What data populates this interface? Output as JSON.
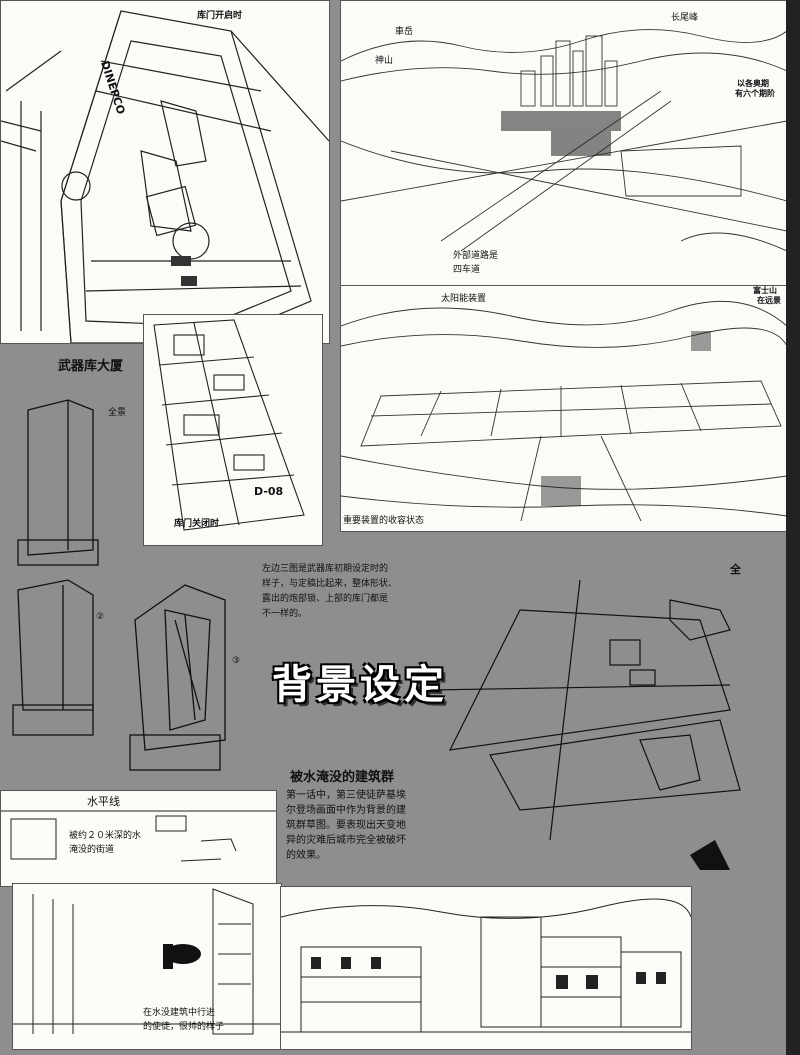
{
  "panels": {
    "warehouse_open": {
      "label": "库门开启时",
      "sign_text": "DINEPCO"
    },
    "warehouse_closed": {
      "label": "库门关闭时",
      "door_code": "D-08"
    },
    "city": {
      "labels": {
        "top_left": "車岳",
        "shen": "神山",
        "top_right": "长尾峰",
        "right_1": "以各奥期",
        "right_2": "有六个期阶",
        "road_1": "外部道路是",
        "road_2": "四车道"
      }
    },
    "solar": {
      "label_top": "太阳能装置",
      "label_bottom": "重要装置的收容状态",
      "right_1": "富士山",
      "right_2": "在远景"
    },
    "armory": {
      "title": "武器库大厦",
      "full_view": "全景",
      "mark_2": "②",
      "mark_3": "③"
    },
    "flood": {
      "horizon": "水平线",
      "flood_note_1": "被约２０米深的水",
      "flood_note_2": "淹没的街道",
      "wade_note_1": "在水没建筑中行进",
      "wade_note_2": "的使徒，很帅的样子"
    }
  },
  "captions": {
    "armory_note_1": "左边三图是武器库初期设定时的",
    "armory_note_2": "样子，与定稿比起来，整体形状、",
    "armory_note_3": "露出的炮部锁、上部的库门都是",
    "armory_note_4": "不一样的。",
    "main_title": "背景设定",
    "flood_title": "被水淹没的建筑群",
    "flood_text_1": "第一话中，第三使徒萨基埃",
    "flood_text_2": "尔登场画面中作为背景的建",
    "flood_text_3": "筑群草图。要表现出天变地",
    "flood_text_4": "异的灾难后城市完全被破坏",
    "flood_text_5": "的效果。",
    "map_corner": "全"
  },
  "colors": {
    "background": "#8e8e8e",
    "paper": "#fbfbf8",
    "ink": "#111111"
  }
}
